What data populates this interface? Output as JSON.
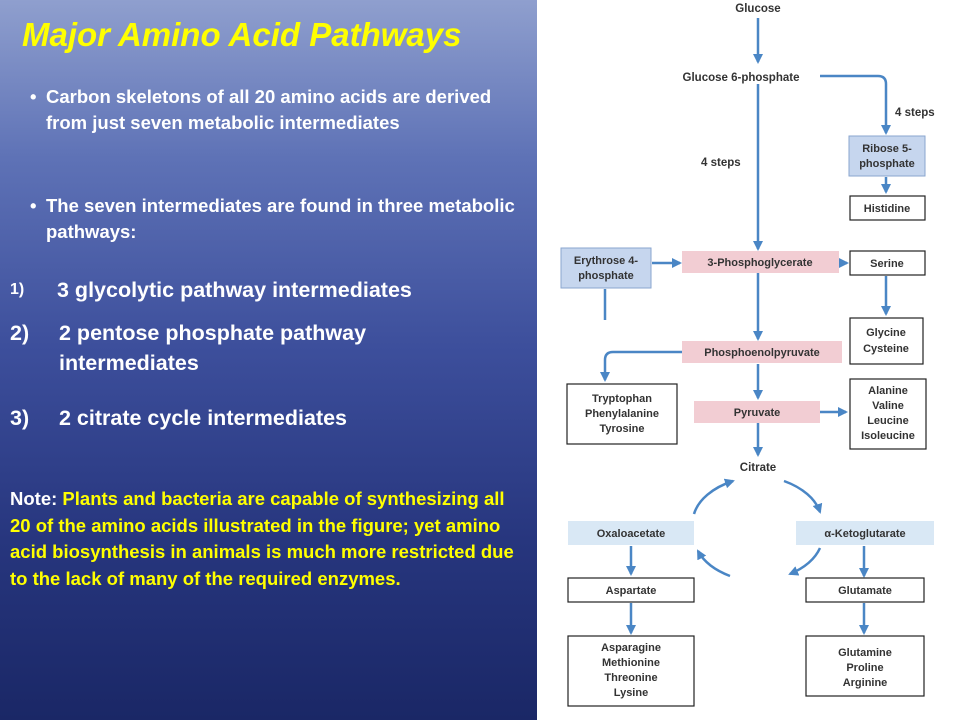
{
  "slide": {
    "title": "Major Amino Acid Pathways",
    "bullets": [
      "Carbon skeletons of all 20 amino acids are derived from just seven metabolic intermediates",
      "The seven intermediates are found in three metabolic pathways:"
    ],
    "bullet_marker": "•",
    "numbered": [
      {
        "marker": "1)",
        "text": "3 glycolytic pathway intermediates"
      },
      {
        "marker": "2)",
        "text": "2 pentose phosphate pathway intermediates"
      },
      {
        "marker": "3)",
        "text": "2 citrate cycle intermediates"
      }
    ],
    "note_label": "Note:",
    "note_text": "Plants and bacteria are capable of synthesizing all 20 of the amino acids illustrated in the figure; yet amino acid biosynthesis in animals is much more restricted due to the lack of many of the required enzymes."
  },
  "diagram": {
    "colors": {
      "arrow": "#4a86c5",
      "pink": "#f2cdd3",
      "blue": "#c6d6ee",
      "lightblue": "#d9e8f5",
      "box_border": "#222222",
      "text": "#333333"
    },
    "nodes": {
      "glucose": "Glucose",
      "g6p": "Glucose 6-phosphate",
      "steps_right": "4 steps",
      "steps_main": "4 steps",
      "r5p": [
        "Ribose 5-",
        "phosphate"
      ],
      "histidine": "Histidine",
      "e4p": [
        "Erythrose 4-",
        "phosphate"
      ],
      "pg3": "3-Phosphoglycerate",
      "serine": "Serine",
      "glycine_cysteine": [
        "Glycine",
        "Cysteine"
      ],
      "pep": "Phosphoenolpyruvate",
      "aromatic": [
        "Tryptophan",
        "Phenylalanine",
        "Tyrosine"
      ],
      "pyruvate": "Pyruvate",
      "branched": [
        "Alanine",
        "Valine",
        "Leucine",
        "Isoleucine"
      ],
      "citrate": "Citrate",
      "oxaloacetate": "Oxaloacetate",
      "akg": "α-Ketoglutarate",
      "aspartate": "Aspartate",
      "glutamate": "Glutamate",
      "asp_family": [
        "Asparagine",
        "Methionine",
        "Threonine",
        "Lysine"
      ],
      "glu_family": [
        "Glutamine",
        "Proline",
        "Arginine"
      ]
    }
  }
}
